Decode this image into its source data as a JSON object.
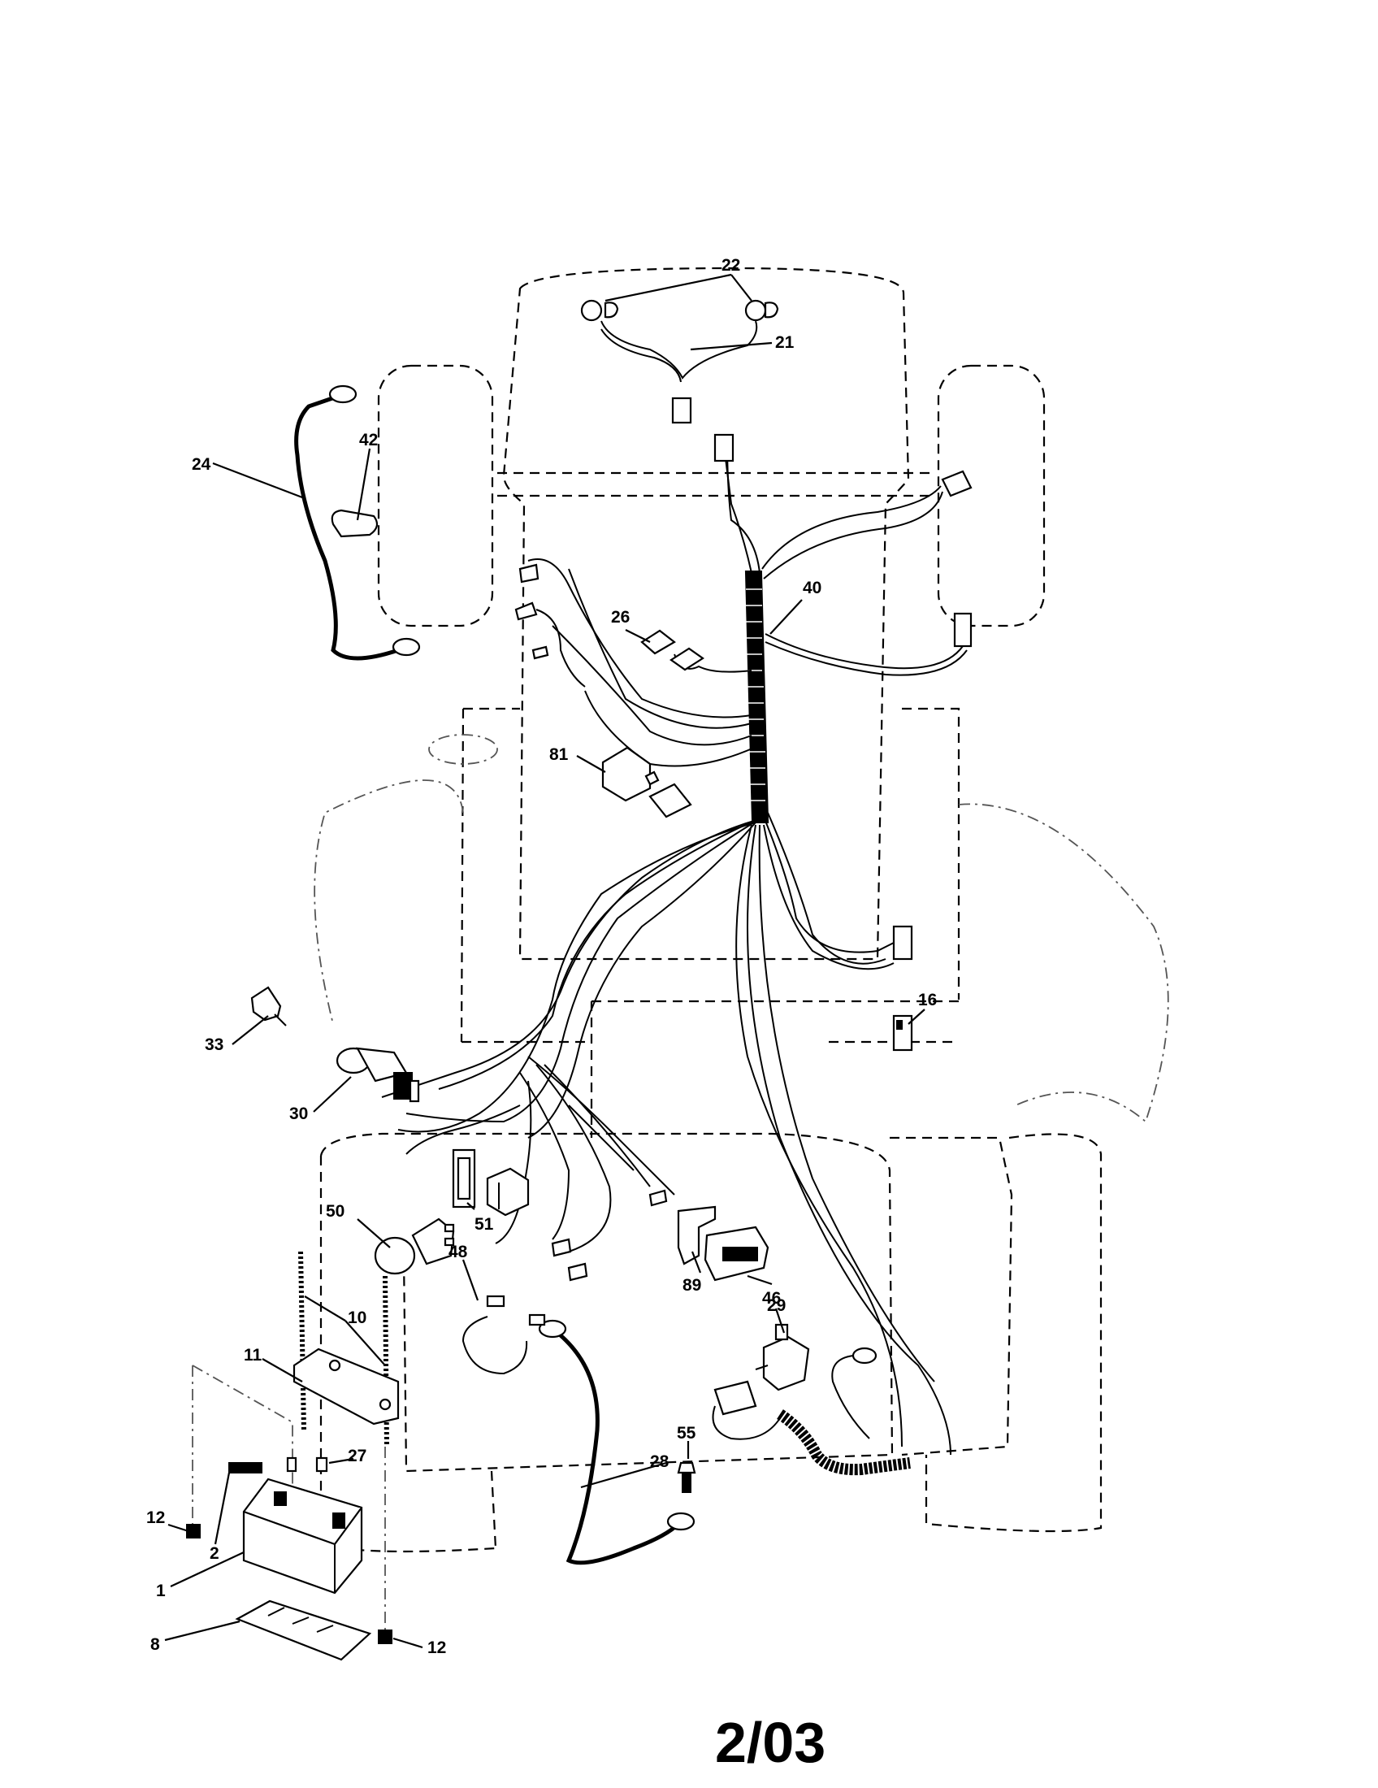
{
  "diagram": {
    "callouts": {
      "c22": "22",
      "c21": "21",
      "c24": "24",
      "c42": "42",
      "c40": "40",
      "c26": "26",
      "c81": "81",
      "c16": "16",
      "c33": "33",
      "c30": "30",
      "c50": "50",
      "c51": "51",
      "c48": "48",
      "c89": "89",
      "c46": "46",
      "c29": "29",
      "c10": "10",
      "c11": "11",
      "c27": "27",
      "c55": "55",
      "c28": "28",
      "c12a": "12",
      "c2": "2",
      "c1": "1",
      "c8": "8",
      "c12b": "12"
    },
    "date_code": "2/03"
  }
}
